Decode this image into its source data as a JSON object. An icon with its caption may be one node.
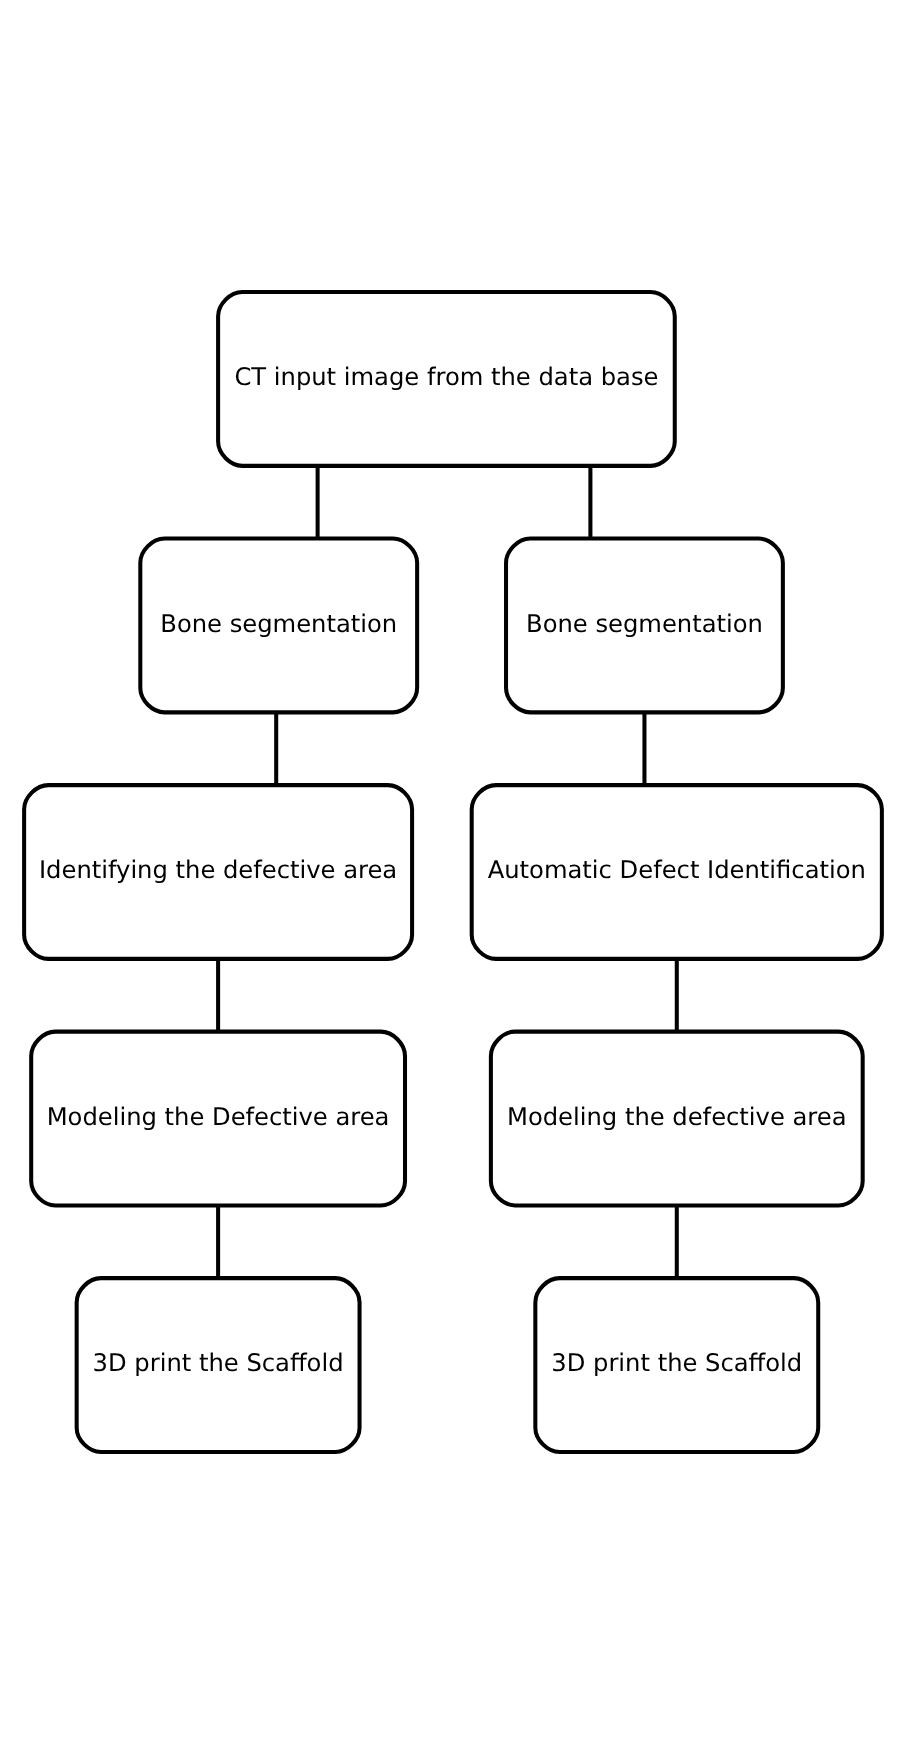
{
  "diagram": {
    "nodes": [
      {
        "text": [
          "CT input image from the data base"
        ]
      },
      {
        "text": [
          "Bone segmentation"
        ]
      },
      {
        "text": [
          "Bone segmentation"
        ]
      },
      {
        "text": [
          "Identifying the defective area"
        ]
      },
      {
        "text": [
          "Automatic Defect Identification"
        ]
      },
      {
        "text": [
          "Modeling the Defective area"
        ]
      },
      {
        "text": [
          "Modeling the defective area"
        ]
      },
      {
        "text": [
          "3D print the Scaffold"
        ]
      },
      {
        "text": [
          "3D print the Scaffold"
        ]
      }
    ],
    "edges": [
      {
        "from": 0,
        "to": 1,
        "arrow": "none"
      },
      {
        "from": 0,
        "to": 2,
        "arrow": "none"
      },
      {
        "from": 1,
        "to": 3,
        "arrow": "none"
      },
      {
        "from": 2,
        "to": 4,
        "arrow": "none"
      },
      {
        "from": 3,
        "to": 5,
        "arrow": "none"
      },
      {
        "from": 4,
        "to": 6,
        "arrow": "none"
      },
      {
        "from": 5,
        "to": 7,
        "arrow": "none"
      },
      {
        "from": 6,
        "to": 8,
        "arrow": "none"
      }
    ]
  }
}
